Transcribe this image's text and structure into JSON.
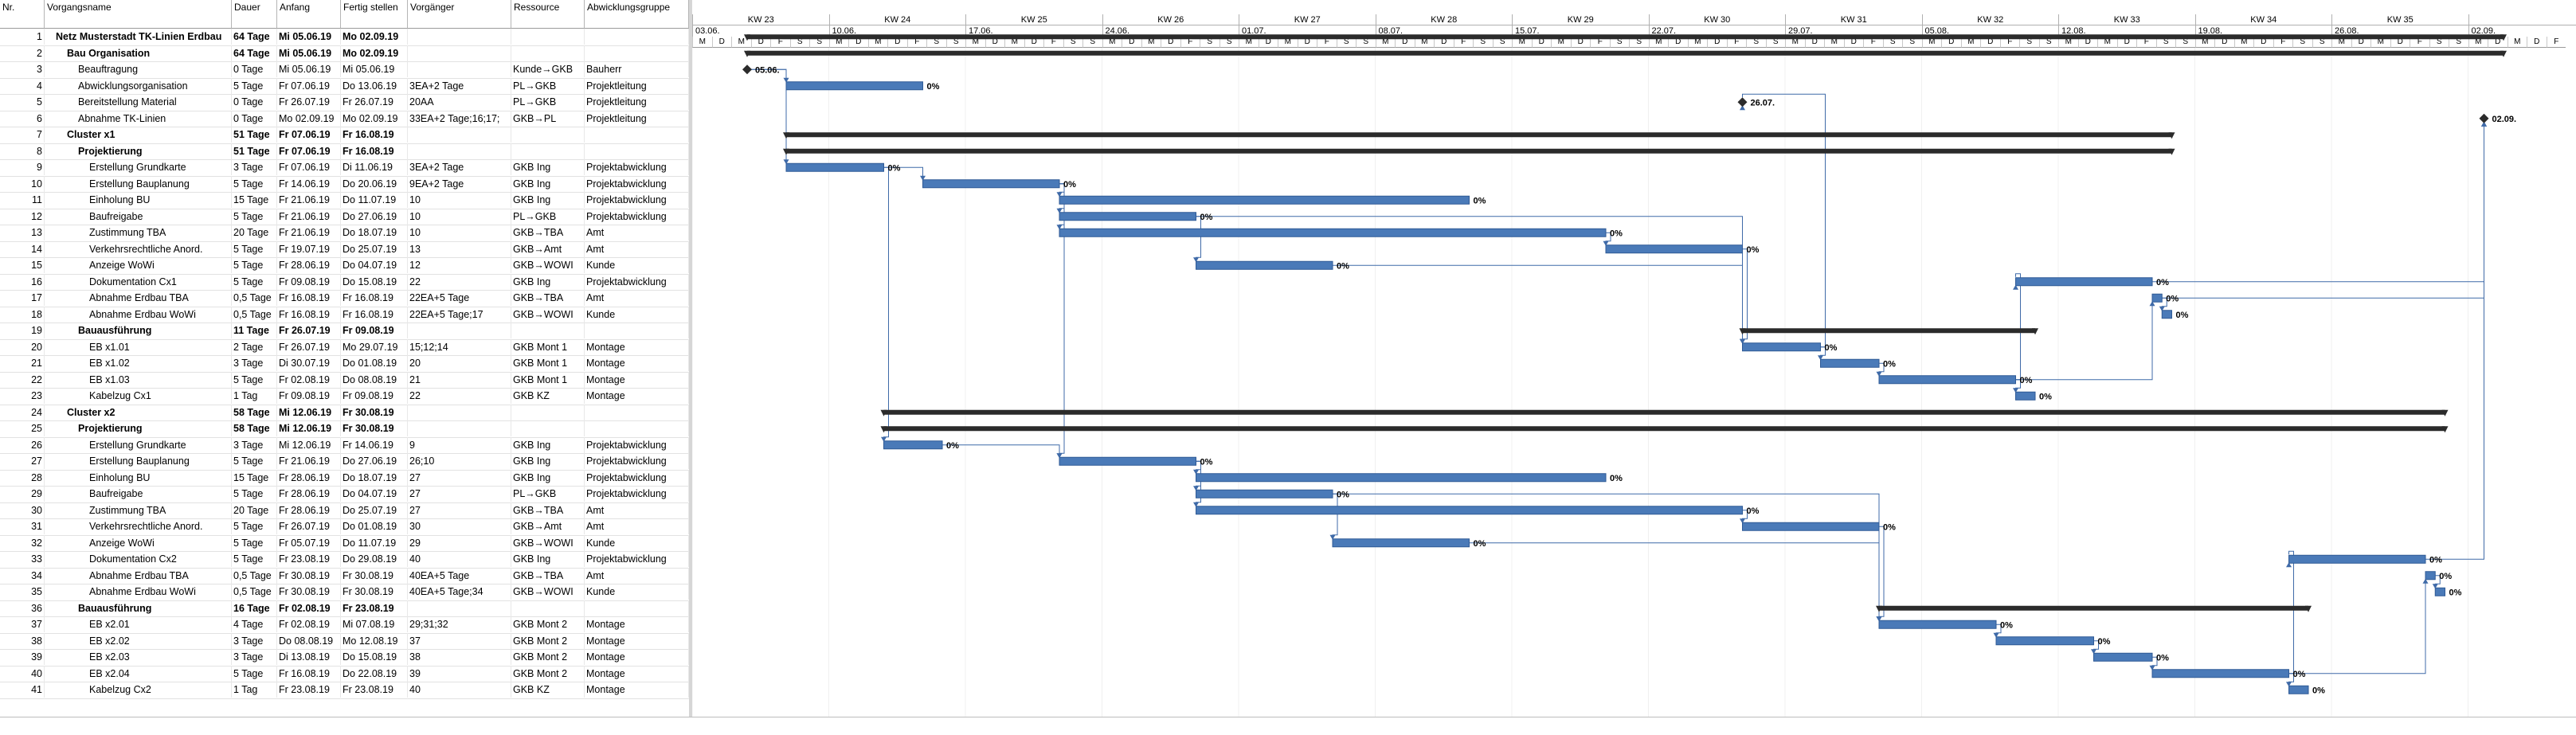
{
  "headers": {
    "nr": "Nr.",
    "name": "Vorgangsname",
    "duration": "Dauer",
    "start": "Anfang",
    "finish": "Fertig stellen",
    "pred": "Vorgänger",
    "resource": "Ressource",
    "group": "Abwicklungsgruppe"
  },
  "timescale": {
    "weeks": [
      "KW 23",
      "KW 24",
      "KW 25",
      "KW 26",
      "KW 27",
      "KW 28",
      "KW 29",
      "KW 30",
      "KW 31",
      "KW 32",
      "KW 33",
      "KW 34",
      "KW 35",
      ""
    ],
    "week_dates": [
      "03.06.",
      "10.06.",
      "17.06.",
      "24.06.",
      "01.07.",
      "08.07.",
      "15.07.",
      "22.07.",
      "29.07.",
      "05.08.",
      "12.08.",
      "19.08.",
      "26.08.",
      "02.09."
    ],
    "day_letters": [
      "M",
      "D",
      "M",
      "D",
      "F",
      "S",
      "S"
    ]
  },
  "tasks": [
    {
      "nr": "1",
      "name": "Netz Musterstadt TK-Linien Erdbau",
      "dur": "64 Tage",
      "start": "Mi 05.06.19",
      "finish": "Mo 02.09.19",
      "pred": "",
      "res": "",
      "grp": "",
      "level": 0,
      "type": "summary",
      "s": 2,
      "e": 92,
      "pct": ""
    },
    {
      "nr": "2",
      "name": "Bau Organisation",
      "dur": "64 Tage",
      "start": "Mi 05.06.19",
      "finish": "Mo 02.09.19",
      "pred": "",
      "res": "",
      "grp": "",
      "level": 1,
      "type": "summary",
      "s": 2,
      "e": 92,
      "pct": ""
    },
    {
      "nr": "3",
      "name": "Beauftragung",
      "dur": "0 Tage",
      "start": "Mi 05.06.19",
      "finish": "Mi 05.06.19",
      "pred": "",
      "res": "Kunde→GKB",
      "grp": "Bauherr",
      "level": 2,
      "type": "milestone",
      "s": 2,
      "e": 2,
      "pct": "05.06."
    },
    {
      "nr": "4",
      "name": "Abwicklungsorganisation",
      "dur": "5 Tage",
      "start": "Fr 07.06.19",
      "finish": "Do 13.06.19",
      "pred": "3EA+2 Tage",
      "res": "PL→GKB",
      "grp": "Projektleitung",
      "level": 2,
      "type": "task",
      "s": 4,
      "e": 11,
      "pct": "0%"
    },
    {
      "nr": "5",
      "name": "Bereitstellung Material",
      "dur": "0 Tage",
      "start": "Fr 26.07.19",
      "finish": "Fr 26.07.19",
      "pred": "20AA",
      "res": "PL→GKB",
      "grp": "Projektleitung",
      "level": 2,
      "type": "milestone",
      "s": 53,
      "e": 53,
      "pct": "26.07."
    },
    {
      "nr": "6",
      "name": "Abnahme TK-Linien",
      "dur": "0 Tage",
      "start": "Mo 02.09.19",
      "finish": "Mo 02.09.19",
      "pred": "33EA+2 Tage;16;17;",
      "res": "GKB→PL",
      "grp": "Projektleitung",
      "level": 2,
      "type": "milestone",
      "s": 91,
      "e": 91,
      "pct": "02.09."
    },
    {
      "nr": "7",
      "name": "Cluster x1",
      "dur": "51 Tage",
      "start": "Fr 07.06.19",
      "finish": "Fr 16.08.19",
      "pred": "",
      "res": "",
      "grp": "",
      "level": 1,
      "type": "summary",
      "s": 4,
      "e": 75,
      "pct": ""
    },
    {
      "nr": "8",
      "name": "Projektierung",
      "dur": "51 Tage",
      "start": "Fr 07.06.19",
      "finish": "Fr 16.08.19",
      "pred": "",
      "res": "",
      "grp": "",
      "level": 2,
      "type": "summary",
      "s": 4,
      "e": 75,
      "pct": ""
    },
    {
      "nr": "9",
      "name": "Erstellung Grundkarte",
      "dur": "3 Tage",
      "start": "Fr 07.06.19",
      "finish": "Di 11.06.19",
      "pred": "3EA+2 Tage",
      "res": "GKB Ing",
      "grp": "Projektabwicklung",
      "level": 3,
      "type": "task",
      "s": 4,
      "e": 9,
      "pct": "0%"
    },
    {
      "nr": "10",
      "name": "Erstellung Bauplanung",
      "dur": "5 Tage",
      "start": "Fr 14.06.19",
      "finish": "Do 20.06.19",
      "pred": "9EA+2 Tage",
      "res": "GKB Ing",
      "grp": "Projektabwicklung",
      "level": 3,
      "type": "task",
      "s": 11,
      "e": 18,
      "pct": "0%"
    },
    {
      "nr": "11",
      "name": "Einholung BU",
      "dur": "15 Tage",
      "start": "Fr 21.06.19",
      "finish": "Do 11.07.19",
      "pred": "10",
      "res": "GKB Ing",
      "grp": "Projektabwicklung",
      "level": 3,
      "type": "task",
      "s": 18,
      "e": 39,
      "pct": "0%"
    },
    {
      "nr": "12",
      "name": "Baufreigabe",
      "dur": "5 Tage",
      "start": "Fr 21.06.19",
      "finish": "Do 27.06.19",
      "pred": "10",
      "res": "PL→GKB",
      "grp": "Projektabwicklung",
      "level": 3,
      "type": "task",
      "s": 18,
      "e": 25,
      "pct": "0%"
    },
    {
      "nr": "13",
      "name": "Zustimmung TBA",
      "dur": "20 Tage",
      "start": "Fr 21.06.19",
      "finish": "Do 18.07.19",
      "pred": "10",
      "res": "GKB→TBA",
      "grp": "Amt",
      "level": 3,
      "type": "task",
      "s": 18,
      "e": 46,
      "pct": "0%"
    },
    {
      "nr": "14",
      "name": "Verkehrsrechtliche Anord.",
      "dur": "5 Tage",
      "start": "Fr 19.07.19",
      "finish": "Do 25.07.19",
      "pred": "13",
      "res": "GKB→Amt",
      "grp": "Amt",
      "level": 3,
      "type": "task",
      "s": 46,
      "e": 53,
      "pct": "0%"
    },
    {
      "nr": "15",
      "name": "Anzeige WoWi",
      "dur": "5 Tage",
      "start": "Fr 28.06.19",
      "finish": "Do 04.07.19",
      "pred": "12",
      "res": "GKB→WOWI",
      "grp": "Kunde",
      "level": 3,
      "type": "task",
      "s": 25,
      "e": 32,
      "pct": "0%"
    },
    {
      "nr": "16",
      "name": "Dokumentation Cx1",
      "dur": "5 Tage",
      "start": "Fr 09.08.19",
      "finish": "Do 15.08.19",
      "pred": "22",
      "res": "GKB Ing",
      "grp": "Projektabwicklung",
      "level": 3,
      "type": "task",
      "s": 67,
      "e": 74,
      "pct": "0%"
    },
    {
      "nr": "17",
      "name": "Abnahme Erdbau TBA",
      "dur": "0,5 Tage",
      "start": "Fr 16.08.19",
      "finish": "Fr 16.08.19",
      "pred": "22EA+5 Tage",
      "res": "GKB→TBA",
      "grp": "Amt",
      "level": 3,
      "type": "task",
      "s": 74,
      "e": 74.5,
      "pct": "0%"
    },
    {
      "nr": "18",
      "name": "Abnahme Erdbau WoWi",
      "dur": "0,5 Tage",
      "start": "Fr 16.08.19",
      "finish": "Fr 16.08.19",
      "pred": "22EA+5 Tage;17",
      "res": "GKB→WOWI",
      "grp": "Kunde",
      "level": 3,
      "type": "task",
      "s": 74.5,
      "e": 75,
      "pct": "0%"
    },
    {
      "nr": "19",
      "name": "Bauausführung",
      "dur": "11 Tage",
      "start": "Fr 26.07.19",
      "finish": "Fr 09.08.19",
      "pred": "",
      "res": "",
      "grp": "",
      "level": 2,
      "type": "summary",
      "s": 53,
      "e": 68,
      "pct": ""
    },
    {
      "nr": "20",
      "name": "EB x1.01",
      "dur": "2 Tage",
      "start": "Fr 26.07.19",
      "finish": "Mo 29.07.19",
      "pred": "15;12;14",
      "res": "GKB Mont 1",
      "grp": "Montage",
      "level": 3,
      "type": "task",
      "s": 53,
      "e": 57,
      "pct": "0%"
    },
    {
      "nr": "21",
      "name": "EB x1.02",
      "dur": "3 Tage",
      "start": "Di 30.07.19",
      "finish": "Do 01.08.19",
      "pred": "20",
      "res": "GKB Mont 1",
      "grp": "Montage",
      "level": 3,
      "type": "task",
      "s": 57,
      "e": 60,
      "pct": "0%"
    },
    {
      "nr": "22",
      "name": "EB x1.03",
      "dur": "5 Tage",
      "start": "Fr 02.08.19",
      "finish": "Do 08.08.19",
      "pred": "21",
      "res": "GKB Mont 1",
      "grp": "Montage",
      "level": 3,
      "type": "task",
      "s": 60,
      "e": 67,
      "pct": "0%"
    },
    {
      "nr": "23",
      "name": "Kabelzug Cx1",
      "dur": "1 Tag",
      "start": "Fr 09.08.19",
      "finish": "Fr 09.08.19",
      "pred": "22",
      "res": "GKB KZ",
      "grp": "Montage",
      "level": 3,
      "type": "task",
      "s": 67,
      "e": 68,
      "pct": "0%"
    },
    {
      "nr": "24",
      "name": "Cluster x2",
      "dur": "58 Tage",
      "start": "Mi 12.06.19",
      "finish": "Fr 30.08.19",
      "pred": "",
      "res": "",
      "grp": "",
      "level": 1,
      "type": "summary",
      "s": 9,
      "e": 89,
      "pct": ""
    },
    {
      "nr": "25",
      "name": "Projektierung",
      "dur": "58 Tage",
      "start": "Mi 12.06.19",
      "finish": "Fr 30.08.19",
      "pred": "",
      "res": "",
      "grp": "",
      "level": 2,
      "type": "summary",
      "s": 9,
      "e": 89,
      "pct": ""
    },
    {
      "nr": "26",
      "name": "Erstellung Grundkarte",
      "dur": "3 Tage",
      "start": "Mi 12.06.19",
      "finish": "Fr 14.06.19",
      "pred": "9",
      "res": "GKB Ing",
      "grp": "Projektabwicklung",
      "level": 3,
      "type": "task",
      "s": 9,
      "e": 12,
      "pct": "0%"
    },
    {
      "nr": "27",
      "name": "Erstellung Bauplanung",
      "dur": "5 Tage",
      "start": "Fr 21.06.19",
      "finish": "Do 27.06.19",
      "pred": "26;10",
      "res": "GKB Ing",
      "grp": "Projektabwicklung",
      "level": 3,
      "type": "task",
      "s": 18,
      "e": 25,
      "pct": "0%"
    },
    {
      "nr": "28",
      "name": "Einholung BU",
      "dur": "15 Tage",
      "start": "Fr 28.06.19",
      "finish": "Do 18.07.19",
      "pred": "27",
      "res": "GKB Ing",
      "grp": "Projektabwicklung",
      "level": 3,
      "type": "task",
      "s": 25,
      "e": 46,
      "pct": "0%"
    },
    {
      "nr": "29",
      "name": "Baufreigabe",
      "dur": "5 Tage",
      "start": "Fr 28.06.19",
      "finish": "Do 04.07.19",
      "pred": "27",
      "res": "PL→GKB",
      "grp": "Projektabwicklung",
      "level": 3,
      "type": "task",
      "s": 25,
      "e": 32,
      "pct": "0%"
    },
    {
      "nr": "30",
      "name": "Zustimmung TBA",
      "dur": "20 Tage",
      "start": "Fr 28.06.19",
      "finish": "Do 25.07.19",
      "pred": "27",
      "res": "GKB→TBA",
      "grp": "Amt",
      "level": 3,
      "type": "task",
      "s": 25,
      "e": 53,
      "pct": "0%"
    },
    {
      "nr": "31",
      "name": "Verkehrsrechtliche Anord.",
      "dur": "5 Tage",
      "start": "Fr 26.07.19",
      "finish": "Do 01.08.19",
      "pred": "30",
      "res": "GKB→Amt",
      "grp": "Amt",
      "level": 3,
      "type": "task",
      "s": 53,
      "e": 60,
      "pct": "0%"
    },
    {
      "nr": "32",
      "name": "Anzeige WoWi",
      "dur": "5 Tage",
      "start": "Fr 05.07.19",
      "finish": "Do 11.07.19",
      "pred": "29",
      "res": "GKB→WOWI",
      "grp": "Kunde",
      "level": 3,
      "type": "task",
      "s": 32,
      "e": 39,
      "pct": "0%"
    },
    {
      "nr": "33",
      "name": "Dokumentation Cx2",
      "dur": "5 Tage",
      "start": "Fr 23.08.19",
      "finish": "Do 29.08.19",
      "pred": "40",
      "res": "GKB Ing",
      "grp": "Projektabwicklung",
      "level": 3,
      "type": "task",
      "s": 81,
      "e": 88,
      "pct": "0%"
    },
    {
      "nr": "34",
      "name": "Abnahme Erdbau TBA",
      "dur": "0,5 Tage",
      "start": "Fr 30.08.19",
      "finish": "Fr 30.08.19",
      "pred": "40EA+5 Tage",
      "res": "GKB→TBA",
      "grp": "Amt",
      "level": 3,
      "type": "task",
      "s": 88,
      "e": 88.5,
      "pct": "0%"
    },
    {
      "nr": "35",
      "name": "Abnahme Erdbau WoWi",
      "dur": "0,5 Tage",
      "start": "Fr 30.08.19",
      "finish": "Fr 30.08.19",
      "pred": "40EA+5 Tage;34",
      "res": "GKB→WOWI",
      "grp": "Kunde",
      "level": 3,
      "type": "task",
      "s": 88.5,
      "e": 89,
      "pct": "0%"
    },
    {
      "nr": "36",
      "name": "Bauausführung",
      "dur": "16 Tage",
      "start": "Fr 02.08.19",
      "finish": "Fr 23.08.19",
      "pred": "",
      "res": "",
      "grp": "",
      "level": 2,
      "type": "summary",
      "s": 60,
      "e": 82,
      "pct": ""
    },
    {
      "nr": "37",
      "name": "EB x2.01",
      "dur": "4 Tage",
      "start": "Fr 02.08.19",
      "finish": "Mi 07.08.19",
      "pred": "29;31;32",
      "res": "GKB Mont 2",
      "grp": "Montage",
      "level": 3,
      "type": "task",
      "s": 60,
      "e": 66,
      "pct": "0%"
    },
    {
      "nr": "38",
      "name": "EB x2.02",
      "dur": "3 Tage",
      "start": "Do 08.08.19",
      "finish": "Mo 12.08.19",
      "pred": "37",
      "res": "GKB Mont 2",
      "grp": "Montage",
      "level": 3,
      "type": "task",
      "s": 66,
      "e": 71,
      "pct": "0%"
    },
    {
      "nr": "39",
      "name": "EB x2.03",
      "dur": "3 Tage",
      "start": "Di 13.08.19",
      "finish": "Do 15.08.19",
      "pred": "38",
      "res": "GKB Mont 2",
      "grp": "Montage",
      "level": 3,
      "type": "task",
      "s": 71,
      "e": 74,
      "pct": "0%"
    },
    {
      "nr": "40",
      "name": "EB x2.04",
      "dur": "5 Tage",
      "start": "Fr 16.08.19",
      "finish": "Do 22.08.19",
      "pred": "39",
      "res": "GKB Mont 2",
      "grp": "Montage",
      "level": 3,
      "type": "task",
      "s": 74,
      "e": 81,
      "pct": "0%"
    },
    {
      "nr": "41",
      "name": "Kabelzug Cx2",
      "dur": "1 Tag",
      "start": "Fr 23.08.19",
      "finish": "Fr 23.08.19",
      "pred": "40",
      "res": "GKB KZ",
      "grp": "Montage",
      "level": 3,
      "type": "task",
      "s": 81,
      "e": 82,
      "pct": "0%"
    }
  ],
  "links": [
    [
      3,
      4
    ],
    [
      3,
      9
    ],
    [
      9,
      10
    ],
    [
      10,
      11
    ],
    [
      10,
      12
    ],
    [
      10,
      13
    ],
    [
      13,
      14
    ],
    [
      12,
      15
    ],
    [
      22,
      16
    ],
    [
      22,
      17
    ],
    [
      17,
      18
    ],
    [
      15,
      20
    ],
    [
      12,
      20
    ],
    [
      14,
      20
    ],
    [
      20,
      21
    ],
    [
      21,
      22
    ],
    [
      22,
      23
    ],
    [
      9,
      26
    ],
    [
      26,
      27
    ],
    [
      10,
      27
    ],
    [
      27,
      28
    ],
    [
      27,
      29
    ],
    [
      27,
      30
    ],
    [
      30,
      31
    ],
    [
      29,
      32
    ],
    [
      40,
      33
    ],
    [
      40,
      34
    ],
    [
      34,
      35
    ],
    [
      29,
      37
    ],
    [
      31,
      37
    ],
    [
      32,
      37
    ],
    [
      37,
      38
    ],
    [
      38,
      39
    ],
    [
      39,
      40
    ],
    [
      40,
      41
    ],
    [
      20,
      5
    ],
    [
      33,
      6
    ],
    [
      16,
      6
    ],
    [
      17,
      6
    ]
  ],
  "colors": {
    "bar": "#4a7ab8",
    "bar_dark": "#2f5a96",
    "summary": "#2b2b2b",
    "link": "#3f6aa8",
    "grid": "#e2e2e2"
  }
}
